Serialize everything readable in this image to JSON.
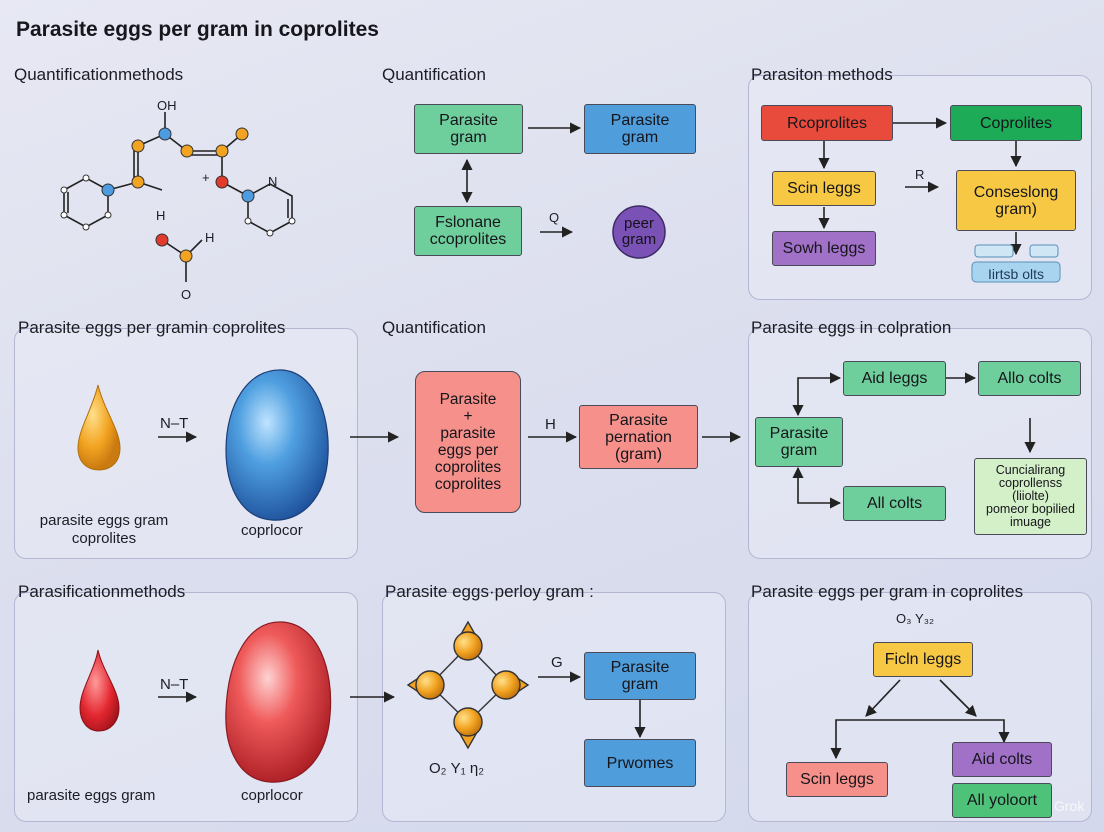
{
  "title": "Parasite eggs per gram in coprolites",
  "sections": {
    "s1": {
      "title": "Quantificationmethods",
      "atoms": {
        "oh": "OH",
        "h1": "H",
        "h2": "H",
        "n": "N",
        "o": "O",
        "plus": "+"
      }
    },
    "s2": {
      "title": "Quantification",
      "box_a": "Parasite\ngram",
      "box_b": "Parasite\ngram",
      "box_c": "Fslonane\nccoprolites",
      "arrow_label": "Q",
      "circle": "peer\ngram"
    },
    "s3": {
      "title": "Parasiton methods",
      "box_a": "Rcoprolites",
      "box_b": "Coprolites",
      "box_c": "Scin leggs",
      "box_d": "Conseslong\ngram)",
      "box_e": "Sowh leggs",
      "arrow_label": "R",
      "strip": "Iirtsb olts"
    },
    "s4": {
      "title": "Parasite eggs per gramin coprolites",
      "arrow_label": "N–T",
      "caption_left": "parasite eggs gram\ncoprolites",
      "caption_right": "coprlocor"
    },
    "s5": {
      "title": "Quantification",
      "box_a": "Parasite\n+\nparasite\neggs per\ncoprolites\ncoprolites",
      "arrow_label": "H",
      "box_b": "Parasite\npernation\n(gram)"
    },
    "s6": {
      "title": "Parasite eggs in colpration",
      "box_a": "Aid leggs",
      "box_b": "Allo colts",
      "box_c": "Parasite\ngram",
      "box_d": "All colts",
      "box_e": "Cuncialirang\ncoprollenss\n(liiolte)\npomeor bopilied\nimuage"
    },
    "s7": {
      "title": "Parasificationmethods",
      "arrow_label": "N–T",
      "caption_left": "parasite eggs gram",
      "caption_right": "coprlocor"
    },
    "s8": {
      "title": "Parasite eggs·perloy gram :",
      "arrow_label": "G",
      "box_a": "Parasite\ngram",
      "box_b": "Prwomes",
      "formula": "O₂ Υ₁ η₂"
    },
    "s9": {
      "title": "Parasite eggs per gram in coprolites",
      "formula": "O₃ Υ₃₂",
      "box_a": "Ficln leggs",
      "box_b": "Scin leggs",
      "box_c": "Aid colts",
      "box_d": "All yoloort"
    }
  },
  "colors": {
    "green": "#6fcf9c",
    "blue": "#4f9ddb",
    "red": "#e84b3c",
    "dark_green": "#1eab58",
    "yellow": "#f7c843",
    "purple": "#a071c7",
    "pink": "#f6908a",
    "light_green": "#d4f0c8"
  },
  "watermark": "Grok"
}
